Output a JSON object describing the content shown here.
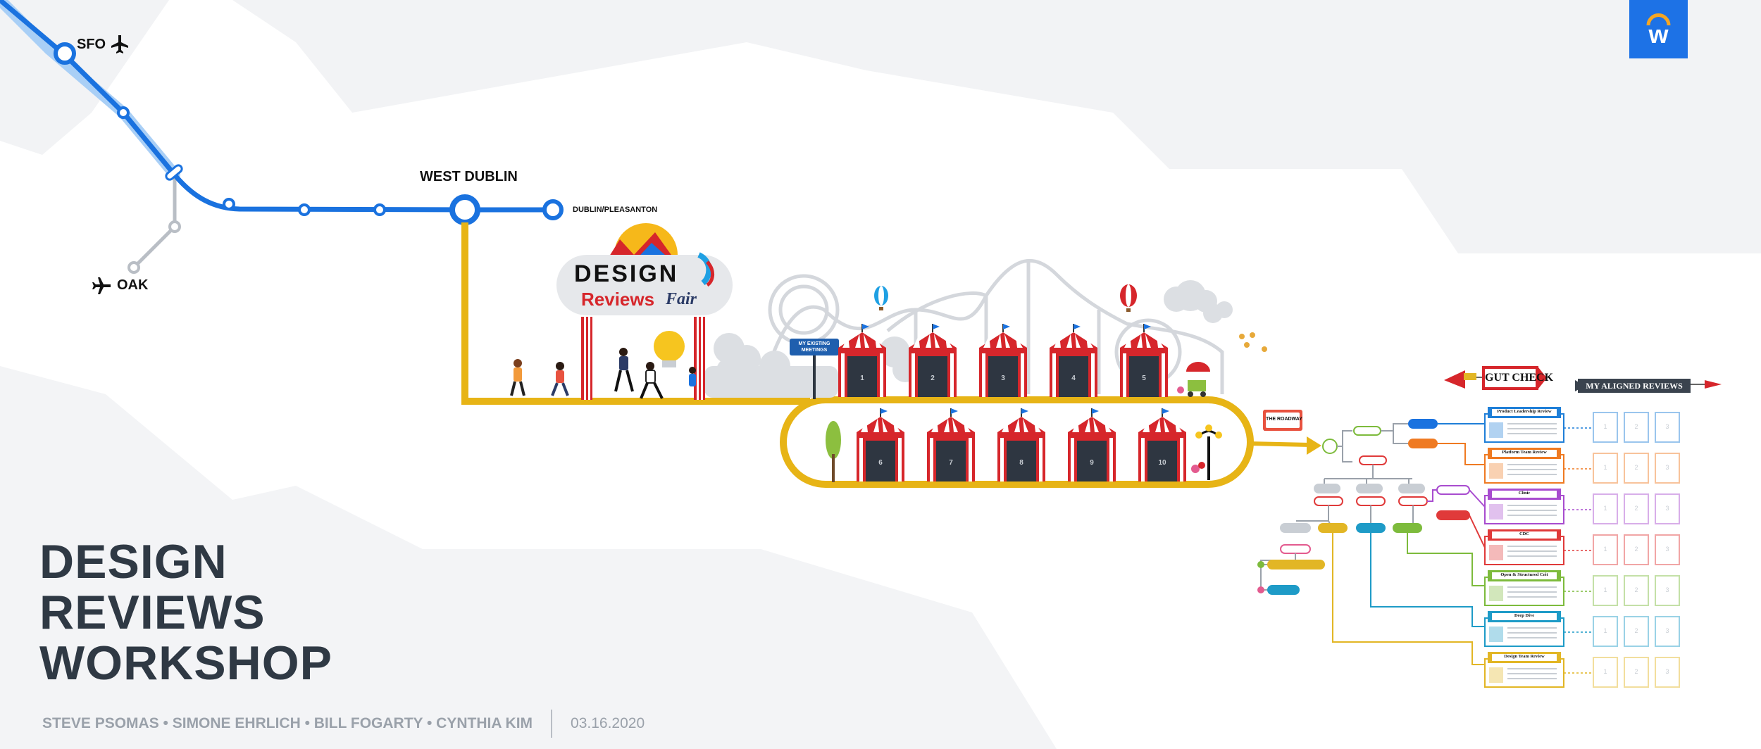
{
  "stations": {
    "sfo": "SFO",
    "oak": "OAK",
    "west_dublin": "WEST DUBLIN",
    "dublin_pleasanton": "DUBLIN/PLEASANTON"
  },
  "fair": {
    "sign_line1": "DESIGN",
    "sign_line2": "Reviews",
    "sign_line3": "Fair",
    "existing_meetings_sign": "MY EXISTING MEETINGS",
    "tents": [
      "1",
      "2",
      "3",
      "4",
      "5",
      "6",
      "7",
      "8",
      "9",
      "10"
    ]
  },
  "roadway_sign": "THE ROADWAY",
  "right_panel": {
    "gut_check": "GUT CHECK",
    "aligned_reviews": "MY ALIGNED REVIEWS",
    "review_cards": [
      {
        "title": "Product Leadership Review",
        "color": "#1f7fd8"
      },
      {
        "title": "Platform Team Review",
        "color": "#ef7a22"
      },
      {
        "title": "Clinic",
        "color": "#a84ccf"
      },
      {
        "title": "CDC",
        "color": "#e03a3a"
      },
      {
        "title": "Open & Structured Crit",
        "color": "#7dbb3c"
      },
      {
        "title": "Deep Dive",
        "color": "#1e9bc7"
      },
      {
        "title": "Design Team Review",
        "color": "#e2b625"
      }
    ],
    "slot_labels": [
      "1",
      "2",
      "3"
    ]
  },
  "title_lines": [
    "DESIGN",
    "REVIEWS",
    "WORKSHOP"
  ],
  "authors": "STEVE PSOMAS • SIMONE EHRLICH • BILL FOGARTY • CYNTHIA KIM",
  "date": "03.16.2020",
  "logo_letter": "w",
  "colors": {
    "transit_blue": "#1a72df",
    "transit_gray": "#b9bec5",
    "path_yellow": "#e7b416",
    "tent_red": "#d6262b",
    "brand_blue": "#1d72e6"
  }
}
